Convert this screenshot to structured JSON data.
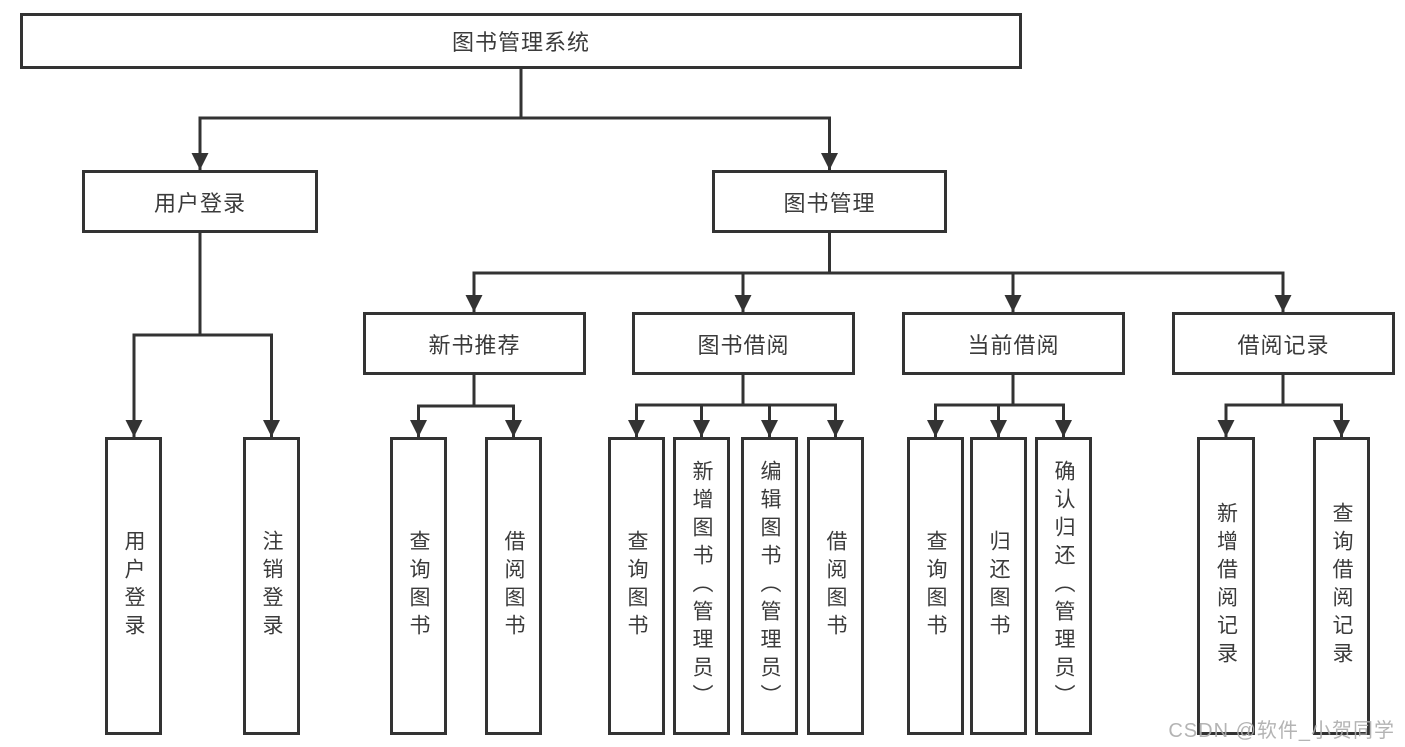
{
  "diagram": {
    "type": "hierarchy-tree",
    "orientation": "top-down"
  },
  "tree": {
    "label": "图书管理系统",
    "children": [
      {
        "label": "用户登录",
        "children": [
          {
            "label": "用户登录"
          },
          {
            "label": "注销登录"
          }
        ]
      },
      {
        "label": "图书管理",
        "children": [
          {
            "label": "新书推荐",
            "children": [
              {
                "label": "查询图书"
              },
              {
                "label": "借阅图书"
              }
            ]
          },
          {
            "label": "图书借阅",
            "children": [
              {
                "label": "查询图书"
              },
              {
                "label": "新增图书（管理员）"
              },
              {
                "label": "编辑图书（管理员）"
              },
              {
                "label": "借阅图书"
              }
            ]
          },
          {
            "label": "当前借阅",
            "children": [
              {
                "label": "查询图书"
              },
              {
                "label": "归还图书"
              },
              {
                "label": "确认归还（管理员）"
              }
            ]
          },
          {
            "label": "借阅记录",
            "children": [
              {
                "label": "新增借阅记录"
              },
              {
                "label": "查询借阅记录"
              }
            ]
          }
        ]
      }
    ]
  },
  "watermark": {
    "text": "CSDN @软件_小贺同学",
    "color": "#acacac"
  },
  "colors": {
    "line": "#333333",
    "box_border": "#333333",
    "text": "#3b3b3b",
    "background": "#ffffff"
  }
}
